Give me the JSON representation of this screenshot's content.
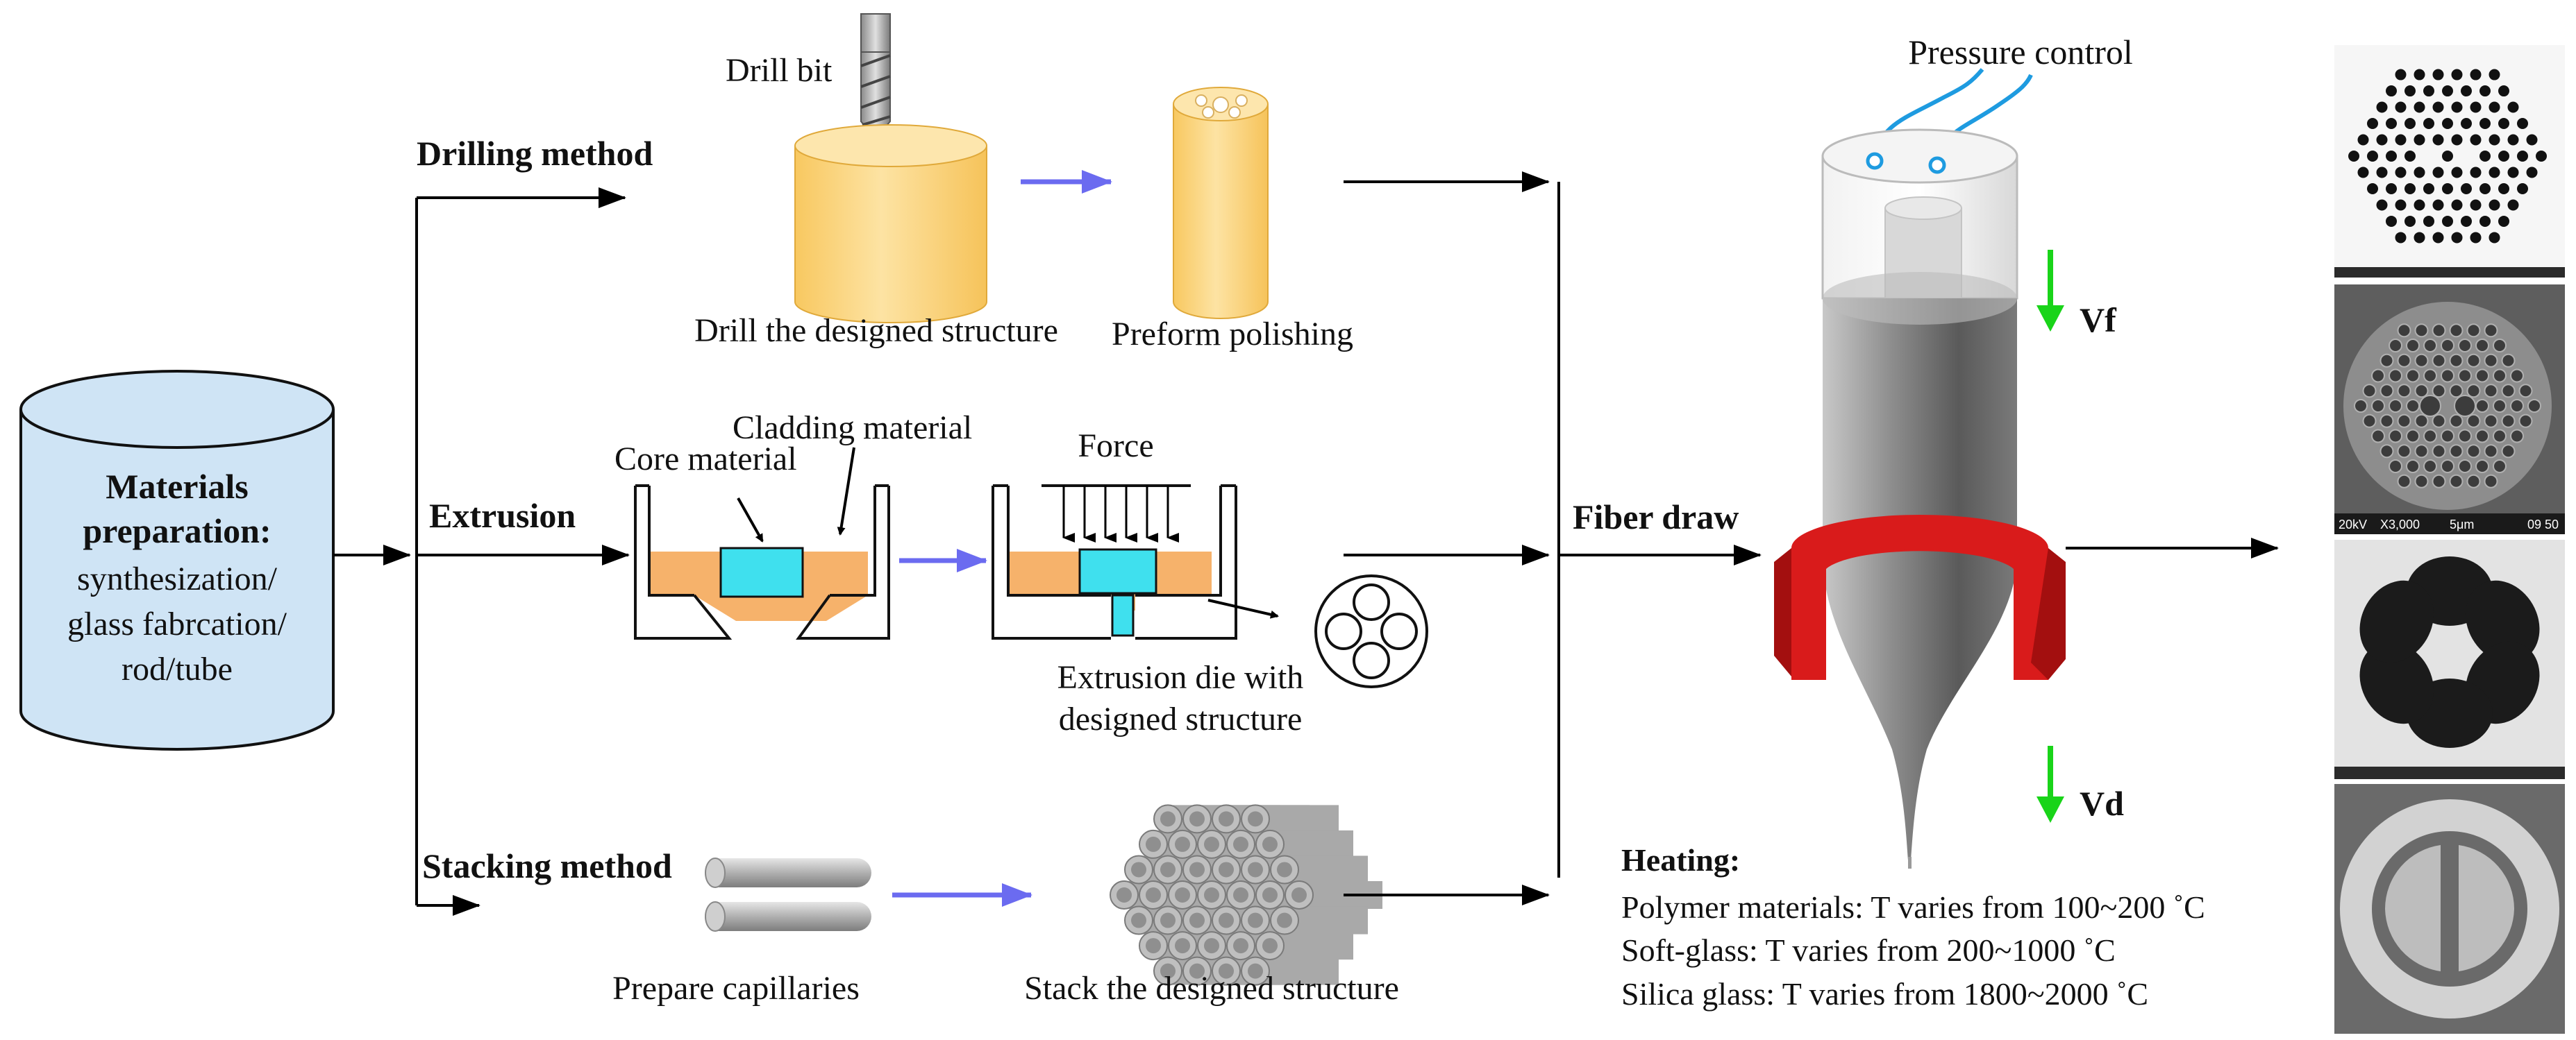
{
  "materials": {
    "title_line1": "Materials",
    "title_line2": "preparation:",
    "line3": "synthesization/",
    "line4": "glass fabrcation/",
    "line5": "rod/tube"
  },
  "methods": {
    "drilling": "Drilling method",
    "extrusion": "Extrusion",
    "stacking": "Stacking method"
  },
  "drilling": {
    "drill_bit": "Drill bit",
    "step1": "Drill the designed structure",
    "step2": "Preform polishing"
  },
  "extrusion": {
    "core": "Core material",
    "cladding": "Cladding material",
    "force": "Force",
    "die_line1": "Extrusion die with",
    "die_line2": "designed structure"
  },
  "stacking": {
    "step1": "Prepare capillaries",
    "step2": "Stack the designed structure"
  },
  "draw": {
    "fiber_draw": "Fiber draw",
    "pressure": "Pressure control",
    "vf": "Vf",
    "vd": "Vd"
  },
  "heating": {
    "title": "Heating:",
    "line1": "Polymer materials: T varies from 100~200 ˚C",
    "line2": "Soft-glass: T varies from 200~1000 ˚C",
    "line3": "Silica glass: T varies from 1800~2000 ˚C"
  },
  "sem": {
    "voltage": "20kV",
    "mag": "X3,000",
    "scale": "5μm",
    "code": "09 50"
  },
  "colors": {
    "cylinder_fill": "#cfe4f5",
    "preform_yellow": "#fbd98a",
    "orange": "#f6b26b",
    "cyan": "#3fe0ee",
    "blue_arrow": "#6b6bf0",
    "heater_red": "#d91b1b",
    "green_arrow": "#19d419",
    "tube_blue": "#1e9be0"
  }
}
